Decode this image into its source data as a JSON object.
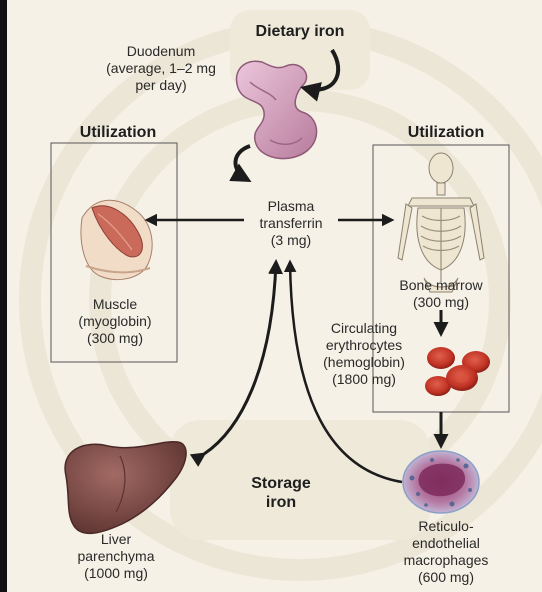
{
  "title": "Dietary iron",
  "duodenum": {
    "label": "Duodenum",
    "detail_line1": "(average, 1–2 mg",
    "detail_line2": "per day)"
  },
  "utilization_left": {
    "heading": "Utilization"
  },
  "utilization_right": {
    "heading": "Utilization"
  },
  "plasma": {
    "line1": "Plasma",
    "line2": "transferrin",
    "line3": "(3 mg)"
  },
  "muscle": {
    "line1": "Muscle",
    "line2": "(myoglobin)",
    "line3": "(300 mg)"
  },
  "bone_marrow": {
    "line1": "Bone marrow",
    "line2": "(300 mg)"
  },
  "erythrocytes": {
    "line1": "Circulating",
    "line2": "erythrocytes",
    "line3": "(hemoglobin)",
    "line4": "(1800 mg)"
  },
  "storage": {
    "line1": "Storage",
    "line2": "iron"
  },
  "liver": {
    "line1": "Liver",
    "line2": "parenchyma",
    "line3": "(1000 mg)"
  },
  "macrophages": {
    "line1": "Reticulo-",
    "line2": "endothelial",
    "line3": "macrophages",
    "line4": "(600 mg)"
  },
  "colors": {
    "arrow": "#1c1c1c",
    "liver": "#7a4a47",
    "rbc": "#c63a2a",
    "muscle": "#c96a5a",
    "duodenum": "#d6aac4",
    "background": "#f6f1e6",
    "watermark": "#ece6d6"
  },
  "icons": [
    "duodenum-icon",
    "muscle-arm-icon",
    "skeleton-icon",
    "red-blood-cells-icon",
    "liver-icon",
    "macrophage-icon"
  ]
}
